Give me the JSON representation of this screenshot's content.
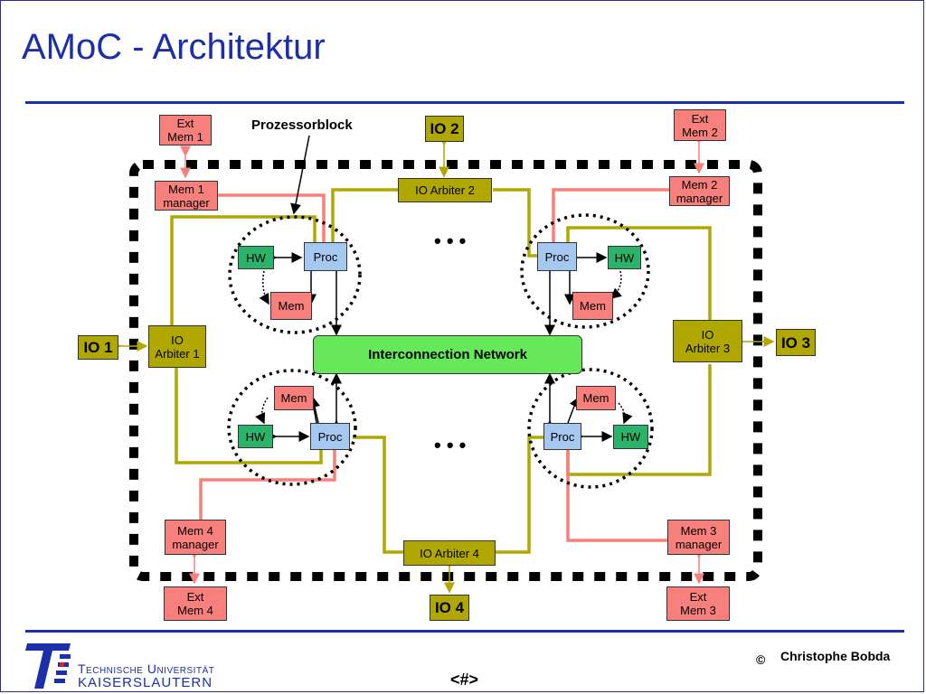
{
  "slide": {
    "title": "AMoC - Architektur",
    "footer_author": "Christophe Bobda",
    "copyright_symbol": "©",
    "slide_number": "<#>",
    "logo_line1": "Technische Universität",
    "logo_line2": "Kaiserslautern"
  },
  "diagram": {
    "prozessorblock_label": "Prozessorblock",
    "interconnect": "Interconnection Network",
    "ellipsis_top": "• • •",
    "ellipsis_bottom": "• • •",
    "io": {
      "io1": "IO 1",
      "io2": "IO 2",
      "io3": "IO 3",
      "io4": "IO 4"
    },
    "arbiters": {
      "a1": [
        "IO",
        "Arbiter 1"
      ],
      "a2": "IO Arbiter 2",
      "a3": [
        "IO",
        "Arbiter 3"
      ],
      "a4": "IO Arbiter 4"
    },
    "ext_mem": {
      "m1": [
        "Ext",
        "Mem 1"
      ],
      "m2": [
        "Ext",
        "Mem 2"
      ],
      "m3": [
        "Ext",
        "Mem 3"
      ],
      "m4": [
        "Ext",
        "Mem 4"
      ]
    },
    "managers": {
      "m1": [
        "Mem 1",
        "manager"
      ],
      "m2": [
        "Mem 2",
        "manager"
      ],
      "m3": [
        "Mem 3",
        "manager"
      ],
      "m4": [
        "Mem 4",
        "manager"
      ]
    },
    "block": {
      "proc": "Proc",
      "hw": "HW",
      "mem": "Mem"
    },
    "colors": {
      "olive_line": "#b0a800",
      "pink_line": "#f7807c",
      "title_blue": "#1c2fa8"
    }
  }
}
